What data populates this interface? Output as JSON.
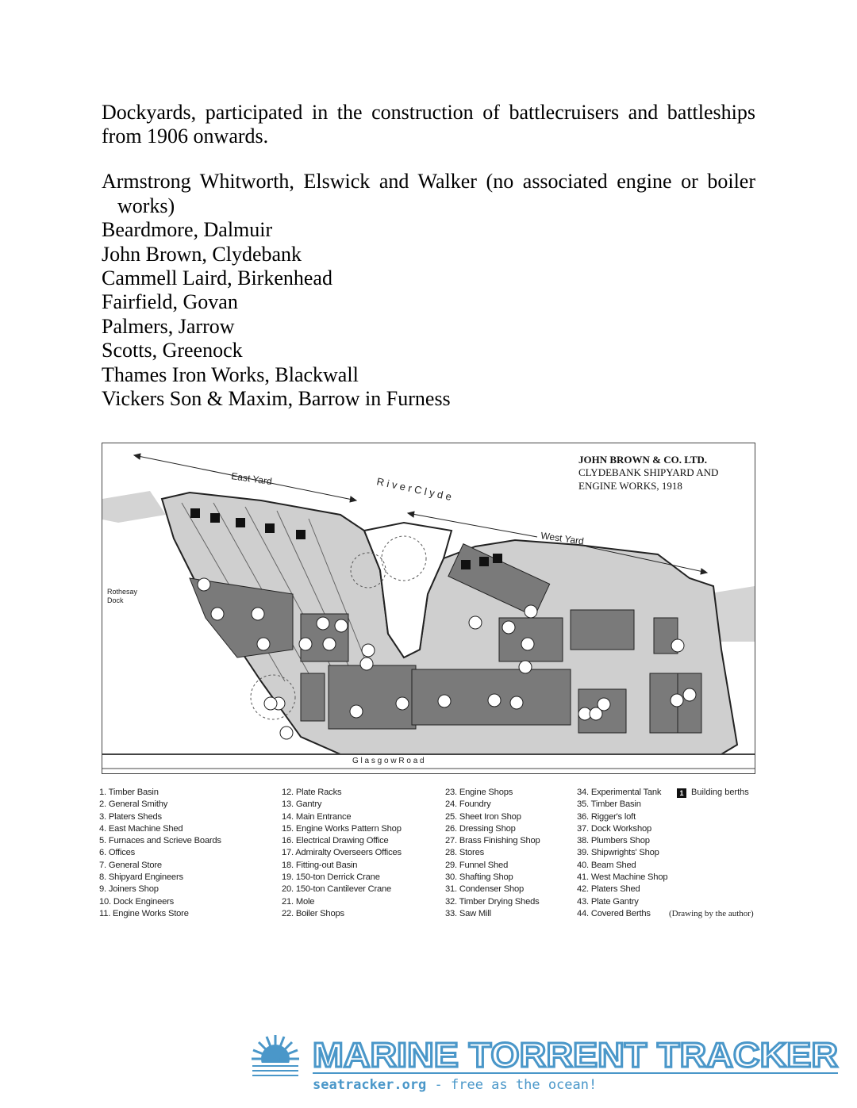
{
  "intro_paragraph": "Dockyards, participated in the construction of battlecruisers and battleships from 1906 onwards.",
  "shipbuilders": [
    "Armstrong Whitworth, Elswick and Walker (no associated engine or boiler",
    "works)",
    "Beardmore, Dalmuir",
    "John Brown, Clydebank",
    "Cammell Laird, Birkenhead",
    "Fairfield, Govan",
    "Palmers, Jarrow",
    "Scotts, Greenock",
    "Thames Iron Works, Blackwall",
    "Vickers Son & Maxim, Barrow in Furness"
  ],
  "map": {
    "title_line1": "JOHN BROWN & CO. LTD.",
    "title_line2": "CLYDEBANK SHIPYARD AND",
    "title_line3": "ENGINE WORKS, 1918",
    "east_yard": "East Yard",
    "west_yard": "West Yard",
    "river": "R i v e r   C l y d e",
    "road": "G l a s g o w   R o a d",
    "rothesay_line1": "Rothesay",
    "rothesay_line2": "Dock"
  },
  "legend_col1": [
    "1. Timber Basin",
    "2. General Smithy",
    "3. Platers Sheds",
    "4. East Machine Shed",
    "5. Furnaces and Scrieve Boards",
    "6. Offices",
    "7. General Store",
    "8. Shipyard Engineers",
    "9. Joiners Shop",
    "10. Dock Engineers",
    "11. Engine Works  Store"
  ],
  "legend_col2": [
    "12. Plate Racks",
    "13. Gantry",
    "14. Main Entrance",
    "15. Engine Works Pattern Shop",
    "16. Electrical Drawing Office",
    "17. Admiralty Overseers Offices",
    "18.  Fitting-out Basin",
    "19. 150-ton Derrick Crane",
    "20.  150-ton Cantilever Crane",
    "21. Mole",
    "22. Boiler Shops"
  ],
  "legend_col3": [
    "23. Engine Shops",
    "24. Foundry",
    "25. Sheet Iron Shop",
    "26. Dressing Shop",
    "27. Brass Finishing Shop",
    "28. Stores",
    "29. Funnel Shed",
    "30. Shafting Shop",
    "31. Condenser Shop",
    "32. Timber Drying Sheds",
    "33. Saw Mill"
  ],
  "legend_col4": [
    "34. Experimental Tank",
    "35. Timber Basin",
    "36. Rigger's loft",
    "37. Dock Workshop",
    "38. Plumbers Shop",
    "39. Shipwrights' Shop",
    "40. Beam Shed",
    "41. West Machine Shop",
    "42. Platers Shed",
    "43. Plate Gantry",
    "44. Covered Berths"
  ],
  "legend_key_number": "1",
  "legend_key_label": "Building berths",
  "credit": "(Drawing by the author)",
  "logo": {
    "name": "MARINE TORRENT TRACKER",
    "tagline_site": "seatracker.org",
    "tagline_rest": " - free as the ocean!",
    "color": "#4a97c9"
  }
}
